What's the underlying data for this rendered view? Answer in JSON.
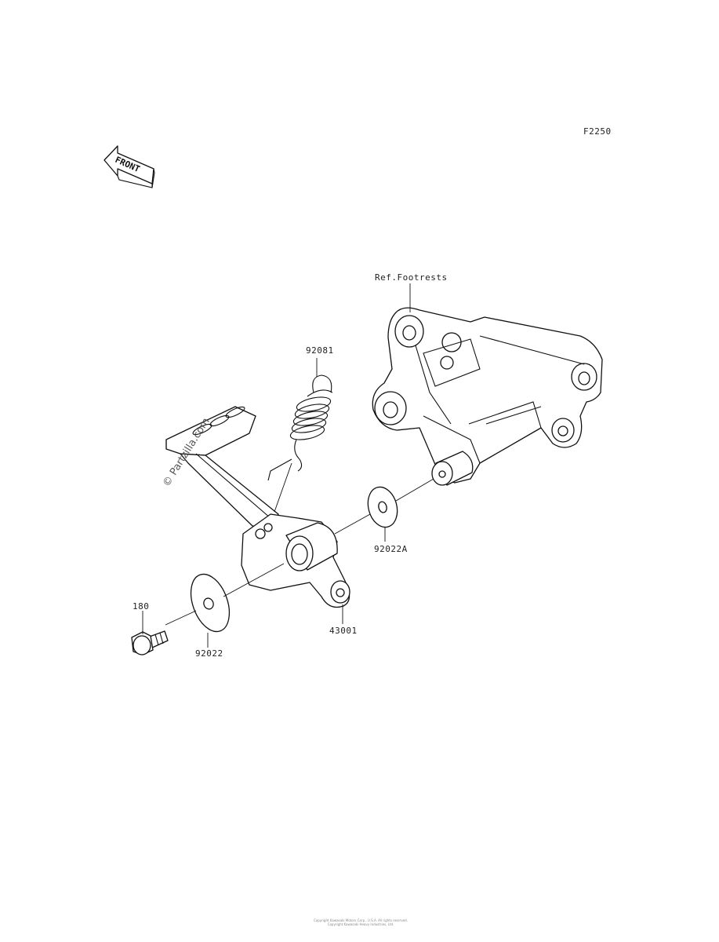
{
  "diagram": {
    "figure_code": "F2250",
    "front_badge": "FRONT",
    "watermark": "© Partzilla.com",
    "labels": {
      "spring": "92081",
      "ref_footrests": "Ref.Footrests",
      "washer_a": "92022A",
      "pedal": "43001",
      "bolt": "180",
      "washer": "92022"
    },
    "footer_line1": "Copyright Kawasaki Motors Corp., U.S.A. All rights reserved.",
    "footer_line2": "Copyright Kawasaki Heavy Industries, Ltd."
  }
}
